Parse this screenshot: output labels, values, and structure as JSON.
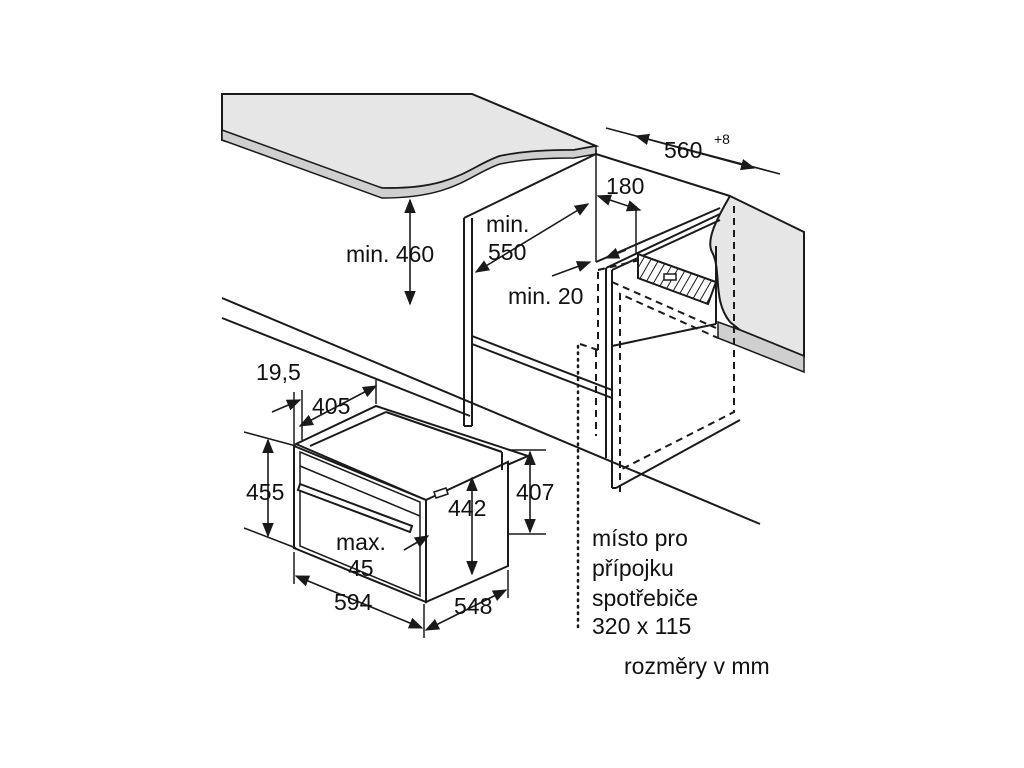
{
  "diagram": {
    "labels": {
      "min_460": "min. 460",
      "min_550_top": "min.",
      "min_550_bottom": "550",
      "min_20": "min. 20",
      "w_560": "560",
      "w_560_tol": "+8",
      "d_180": "180",
      "d_19_5": "19,5",
      "d_405": "405",
      "h_455": "455",
      "h_442": "442",
      "h_407": "407",
      "max_45_top": "max.",
      "max_45_bottom": "45",
      "w_594": "594",
      "d_548": "548",
      "connection_line1": "místo pro",
      "connection_line2": "přípojku",
      "connection_line3": "spotřebiče",
      "connection_line4": "320 x 115",
      "units": "rozměry v mm"
    },
    "colors": {
      "worktop_top": "#e6e6e6",
      "worktop_edge": "#d0d0d0",
      "lines": "#1a1a1a",
      "background": "#ffffff"
    }
  }
}
